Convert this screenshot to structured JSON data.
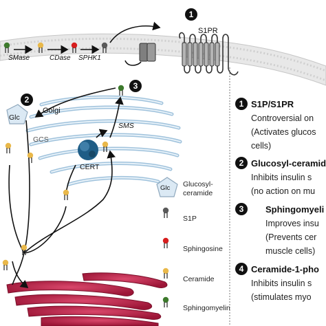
{
  "pathway": {
    "smase": "SMase",
    "cdase": "CDase",
    "sphk1": "SPHK1",
    "s1pr": "S1PR",
    "golgi": "Golgi",
    "glc": "Glc",
    "gcs": "GCS",
    "sms": "SMS",
    "cert": "CERT"
  },
  "legend": {
    "glucosylceramide_line1": "Glucosyl-",
    "glucosylceramide_line2": "ceramide",
    "glc_icon": "Glc",
    "s1p": "S1P",
    "sphingosine": "Sphingosine",
    "ceramide": "Ceramide",
    "sphingomyelin": "Sphingomyelin"
  },
  "markers": {
    "m1": "1",
    "m2": "2",
    "m3": "3",
    "m4": "4"
  },
  "panel": {
    "items": [
      {
        "num": "1",
        "title": "S1P/S1PR",
        "lines": [
          "Controversial on",
          "(Activates glucos",
          "cells)"
        ]
      },
      {
        "num": "2",
        "title": "Glucosyl-ceramide",
        "lines": [
          "Inhibits insulin s",
          "(no action on mu"
        ]
      },
      {
        "num": "3",
        "title": "Sphingomyeli",
        "lines": [
          "Improves insu",
          "(Prevents cer",
          "muscle cells)"
        ]
      },
      {
        "num": "4",
        "title": "Ceramide-1-pho",
        "lines": [
          "Inhibits insulin s",
          "(stimulates myo"
        ]
      }
    ]
  },
  "colors": {
    "sphingomyelin": "#3d7a2c",
    "ceramide": "#e9b84a",
    "sphingosine": "#d71e1e",
    "s1p": "#5a5a5a",
    "golgi_stroke": "#9fc2dc",
    "glc_fill": "#dbe9f4",
    "cert": "#1f5d86",
    "er": "#b31d43",
    "membrane": "#d9d9d9"
  }
}
